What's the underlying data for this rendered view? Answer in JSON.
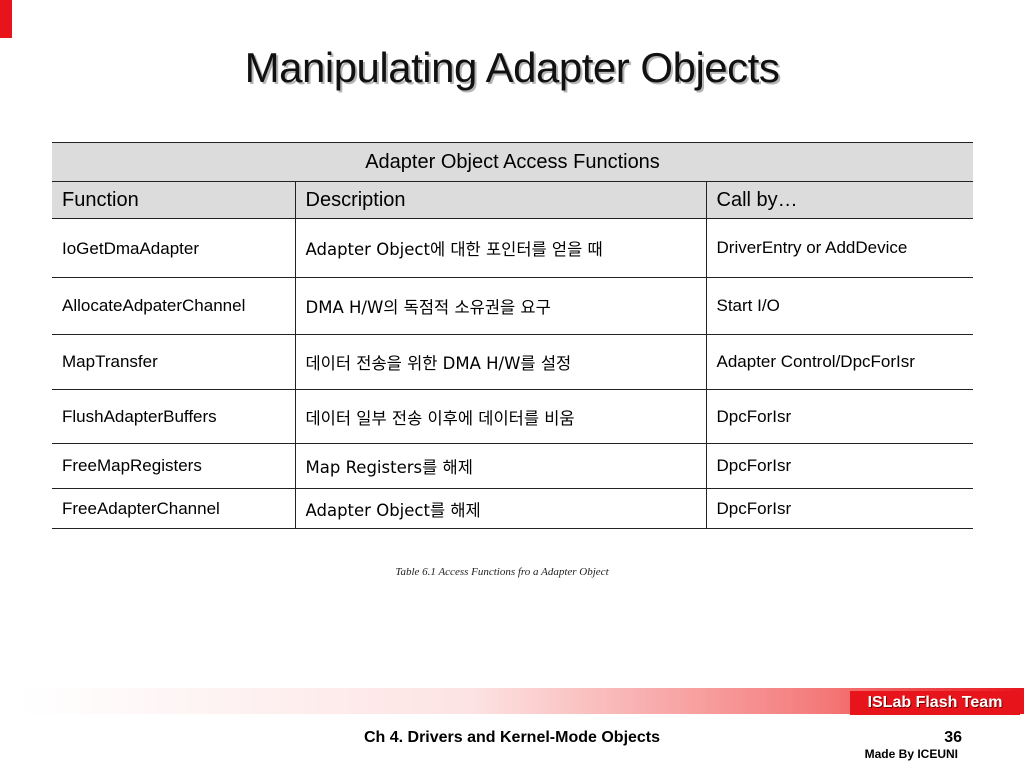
{
  "slide": {
    "title": "Manipulating Adapter Objects",
    "accent_color": "#e8141b"
  },
  "table": {
    "caption_header": "Adapter Object Access Functions",
    "columns": [
      "Function",
      "Description",
      "Call by…"
    ],
    "rows": [
      {
        "function": "IoGetDmaAdapter",
        "description": "Adapter Object에 대한 포인터를 얻을 때",
        "call_by": "DriverEntry or AddDevice"
      },
      {
        "function": "AllocateAdpaterChannel",
        "description": "DMA H/W의 독점적 소유권을 요구",
        "call_by": "Start I/O"
      },
      {
        "function": "MapTransfer",
        "description": "데이터 전송을 위한 DMA H/W를 설정",
        "call_by": "Adapter Control/DpcForIsr"
      },
      {
        "function": "FlushAdapterBuffers",
        "description": "데이터 일부 전송 이후에 데이터를 비움",
        "call_by": "DpcForIsr"
      },
      {
        "function": "FreeMapRegisters",
        "description": "Map Registers를 해제",
        "call_by": "DpcForIsr"
      },
      {
        "function": "FreeAdapterChannel",
        "description": "Adapter Object를 해제",
        "call_by": "DpcForIsr"
      }
    ],
    "table_caption": "Table 6.1 Access Functions fro a Adapter Object"
  },
  "footer": {
    "team": "ISLab Flash Team",
    "chapter": "Ch 4. Drivers and Kernel-Mode Objects",
    "page_number": "36",
    "made_by": "Made By ICEUNI"
  }
}
